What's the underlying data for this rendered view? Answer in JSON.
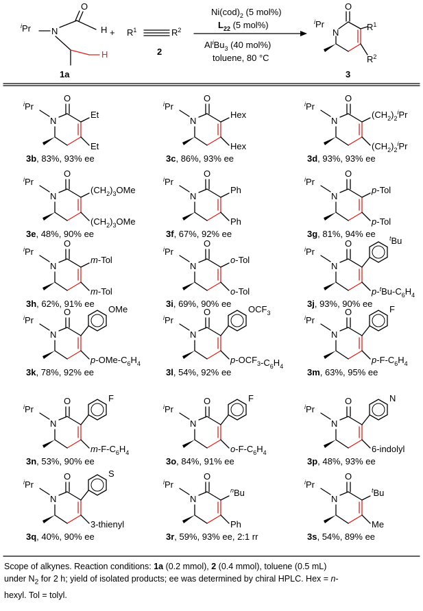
{
  "scheme": {
    "substrate_amide": {
      "label": "1a",
      "iPr": "Pr",
      "iPr_sup": "i",
      "N": "N",
      "O": "O",
      "H_formyl": "H",
      "H_methyl": "H"
    },
    "plus": "+",
    "alkyne": {
      "label": "2",
      "R1": "R",
      "R1_sup": "1",
      "R2": "R",
      "R2_sup": "2"
    },
    "conditions": {
      "line1": "Ni(cod)",
      "line1_sub": "2",
      "line1_tail": " (5 mol%)",
      "line2": "L",
      "line2_sub": "22",
      "line2_tail": " (5 mol%)",
      "line3": "Al",
      "line3_sup": "i",
      "line3_mid": "Bu",
      "line3_sub": "3",
      "line3_tail": " (40 mol%)",
      "line4": "toluene, 80 °C"
    },
    "product": {
      "label": "3",
      "R1": "R",
      "R1_sup": "1",
      "R2": "R",
      "R2_sup": "2"
    }
  },
  "entries": [
    {
      "id": "3b",
      "rest": ", 83%, 93% ee",
      "sub_upper": "Et",
      "sub_lower": "Et"
    },
    {
      "id": "3c",
      "rest": ", 86%, 93% ee",
      "sub_upper": "Hex",
      "sub_lower": "Hex"
    },
    {
      "id": "3d",
      "rest": ", 93%, 93% ee",
      "sub_upper": "(CH2)2iPr",
      "sub_lower": "(CH2)2iPr"
    },
    {
      "id": "3e",
      "rest": ", 48%, 90% ee",
      "sub_upper": "(CH2)3OMe",
      "sub_lower": "(CH2)3OMe"
    },
    {
      "id": "3f",
      "rest": ", 67%, 92% ee",
      "sub_upper": "Ph",
      "sub_lower": "Ph"
    },
    {
      "id": "3g",
      "rest": ", 81%, 94% ee",
      "sub_upper": "p-Tol",
      "sub_lower": "p-Tol"
    },
    {
      "id": "3h",
      "rest": ", 62%, 91% ee",
      "sub_upper": "m-Tol",
      "sub_lower": "m-Tol"
    },
    {
      "id": "3i",
      "rest": ", 69%, 90% ee",
      "sub_upper": "o-Tol",
      "sub_lower": "o-Tol"
    },
    {
      "id": "3j",
      "rest": ", 93%, 90% ee",
      "aryl_sub": "tBu",
      "sub_lower": "p-tBu-C6H4"
    },
    {
      "id": "3k",
      "rest": ", 78%, 92% ee",
      "aryl_sub": "OMe",
      "sub_lower": "p-OMe-C6H4"
    },
    {
      "id": "3l",
      "rest": ", 54%, 92% ee",
      "aryl_sub": "OCF3",
      "sub_lower": "p-OCF3-C6H4"
    },
    {
      "id": "3m",
      "rest": ", 63%, 95% ee",
      "aryl_sub": "F",
      "sub_lower": "p-F-C6H4"
    },
    {
      "id": "3n",
      "rest": ", 53%, 90% ee",
      "aryl_sub": "F",
      "sub_lower": "m-F-C6H4"
    },
    {
      "id": "3o",
      "rest": ", 84%, 91% ee",
      "aryl_sub": "F",
      "sub_lower": "o-F-C6H4"
    },
    {
      "id": "3p",
      "rest": ", 48%, 93% ee",
      "aryl_sub": "N",
      "sub_lower": "6-indolyl"
    },
    {
      "id": "3q",
      "rest": ", 40%, 90% ee",
      "aryl_sub": "S",
      "sub_lower": "3-thienyl"
    },
    {
      "id": "3r",
      "rest": ", 59%, 93% ee, 2:1 rr",
      "sub_upper": "nBu",
      "sub_lower": "Ph"
    },
    {
      "id": "3s",
      "rest": ", 54%, 89% ee",
      "sub_upper": "tBu",
      "sub_lower": "Me"
    }
  ],
  "caption": "Scope of alkynes. Reaction conditions: 1a (0.2 mmol), 2 (0.4 mmol), toluene (0.5 mL) under N2 for 2 h; yield of isolated products; ee was determined by chiral HPLC. Hex = n-hexyl. Tol = tolyl.",
  "caption_parts": {
    "p1": "Scope of alkynes. Reaction conditions: ",
    "b1": "1a",
    "p2": " (0.2 mmol), ",
    "b2": "2",
    "p3": " (0.4 mmol), toluene (0.5 mL)",
    "p4": "under N",
    "n2sub": "2",
    "p5": " for 2 h; yield of isolated products; ee was determined by chiral HPLC. Hex = ",
    "p6": "n",
    "p7": "-",
    "p8": "hexyl. Tol = tolyl."
  },
  "colors": {
    "new_bond": "#e0201b",
    "text": "#000000"
  }
}
